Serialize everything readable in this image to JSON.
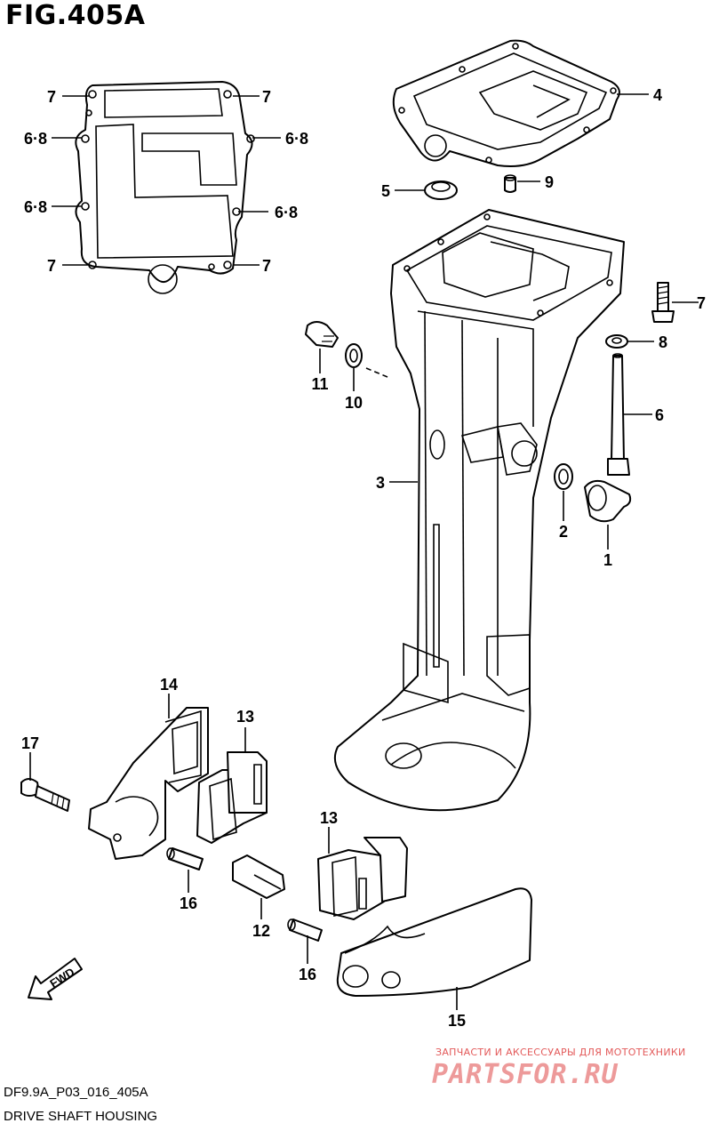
{
  "figure": {
    "title": "FIG.405A",
    "code": "DF9.9A_P03_016_405A",
    "caption": "DRIVE SHAFT HOUSING"
  },
  "callouts": [
    "7",
    "7",
    "6·8",
    "6·8",
    "6·8",
    "6·8",
    "7",
    "7",
    "4",
    "5",
    "9",
    "7",
    "8",
    "6",
    "11",
    "10",
    "3",
    "2",
    "1",
    "14",
    "13",
    "17",
    "16",
    "12",
    "13",
    "16",
    "15"
  ],
  "fwd_label": "FWD",
  "watermark": {
    "tagline": "ЗАПЧАСТИ И АКСЕССУАРЫ ДЛЯ МОТОТЕХНИКИ",
    "logo": "PARTSFOR.RU"
  }
}
